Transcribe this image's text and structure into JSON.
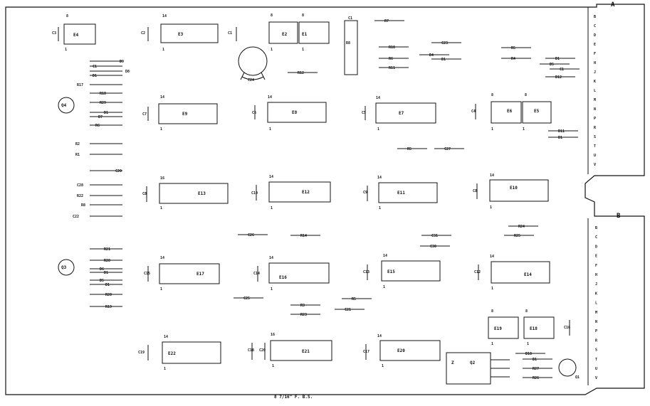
{
  "board": {
    "footer_label": "8 7/16\" F. B.S."
  },
  "connector_a": {
    "header": "A",
    "pins": [
      "B",
      "C",
      "D",
      "E",
      "F",
      "H",
      "J",
      "K",
      "L",
      "M",
      "N",
      "P",
      "R",
      "S",
      "T",
      "U",
      "V"
    ]
  },
  "connector_b": {
    "header": "B",
    "pins": [
      "B",
      "C",
      "D",
      "E",
      "F",
      "H",
      "J",
      "K",
      "L",
      "M",
      "N",
      "P",
      "R",
      "S",
      "T",
      "U",
      "V"
    ]
  },
  "ics": [
    {
      "label": "E4",
      "pin": "8",
      "corner": "1"
    },
    {
      "label": "E3",
      "pin": "14",
      "corner": "1"
    },
    {
      "label": "E2",
      "pin": "8",
      "corner": "1"
    },
    {
      "label": "E1",
      "pin": "8",
      "corner": "1"
    },
    {
      "label": "E9",
      "pin": "14",
      "corner": "1"
    },
    {
      "label": "E8",
      "pin": "14",
      "corner": "1"
    },
    {
      "label": "E7",
      "pin": "14",
      "corner": "1"
    },
    {
      "label": "E6",
      "pin": "8",
      "corner": "1"
    },
    {
      "label": "E5",
      "pin": "8",
      "corner": "1"
    },
    {
      "label": "E13",
      "pin": "16",
      "corner": "1"
    },
    {
      "label": "E12",
      "pin": "14",
      "corner": "1"
    },
    {
      "label": "E11",
      "pin": "14",
      "corner": "1"
    },
    {
      "label": "E10",
      "pin": "14",
      "corner": "1"
    },
    {
      "label": "E17",
      "pin": "14",
      "corner": "1"
    },
    {
      "label": "E16",
      "pin": "14",
      "corner": "1"
    },
    {
      "label": "E15",
      "pin": "14",
      "corner": "1"
    },
    {
      "label": "E14",
      "pin": "14",
      "corner": "1"
    },
    {
      "label": "E19",
      "pin": "8",
      "corner": "1"
    },
    {
      "label": "E18",
      "pin": "8",
      "corner": "1"
    },
    {
      "label": "E22",
      "pin": "14",
      "corner": "1"
    },
    {
      "label": "E21",
      "pin": "16",
      "corner": "1"
    },
    {
      "label": "E20",
      "pin": "14",
      "corner": "1"
    }
  ],
  "capacitors": [
    "C3",
    "C2",
    "C1",
    "C7",
    "C6",
    "C5",
    "C4",
    "C8",
    "C10",
    "C9",
    "C8",
    "C15",
    "C14",
    "C13",
    "C12",
    "C16",
    "C19",
    "C18",
    "C20",
    "C17"
  ],
  "transistors": [
    "Q4",
    "Q3",
    "Q1"
  ],
  "q2": {
    "left": "Z",
    "label": "Q2"
  },
  "trimpot": {
    "top": "C1",
    "label": "R8"
  },
  "can": {
    "label": "C24"
  },
  "components_left": [
    {
      "label": "C1",
      "diode": false
    },
    {
      "label": "D1",
      "diode": true
    },
    {
      "label": "D9",
      "diode": false
    },
    {
      "label": "D8",
      "diode": false
    },
    {
      "label": "R17",
      "diode": false
    },
    {
      "label": "R18",
      "diode": false
    },
    {
      "label": "R29",
      "diode": false
    },
    {
      "label": "D1",
      "diode": true
    },
    {
      "label": "D7",
      "diode": false
    },
    {
      "label": "R6",
      "diode": false
    },
    {
      "label": "R2",
      "diode": false
    },
    {
      "label": "R1",
      "diode": false
    },
    {
      "label": "C20",
      "diode": false
    },
    {
      "label": "C28",
      "diode": false
    },
    {
      "label": "R22",
      "diode": false
    },
    {
      "label": "R8",
      "diode": false
    },
    {
      "label": "C22",
      "diode": false
    },
    {
      "label": "R21",
      "diode": false
    },
    {
      "label": "R28",
      "diode": false
    },
    {
      "label": "D6",
      "diode": false
    },
    {
      "label": "D1",
      "diode": true
    },
    {
      "label": "D5",
      "diode": false
    },
    {
      "label": "D1",
      "diode": true
    },
    {
      "label": "R20",
      "diode": false
    },
    {
      "label": "R19",
      "diode": false
    }
  ],
  "components_mid": [
    "R7",
    "R10",
    "C23",
    "R5",
    "R6",
    "D4",
    "D1",
    "R4",
    "R11",
    "R12",
    "D1",
    "D5",
    "C1",
    "D12",
    "R5",
    "C27",
    "D11",
    "D1",
    "C26",
    "R14",
    "C31",
    "C30",
    "R24",
    "R25",
    "C25",
    "R3",
    "R23",
    "R5",
    "C21",
    "D10",
    "D1",
    "R27",
    "R26"
  ]
}
